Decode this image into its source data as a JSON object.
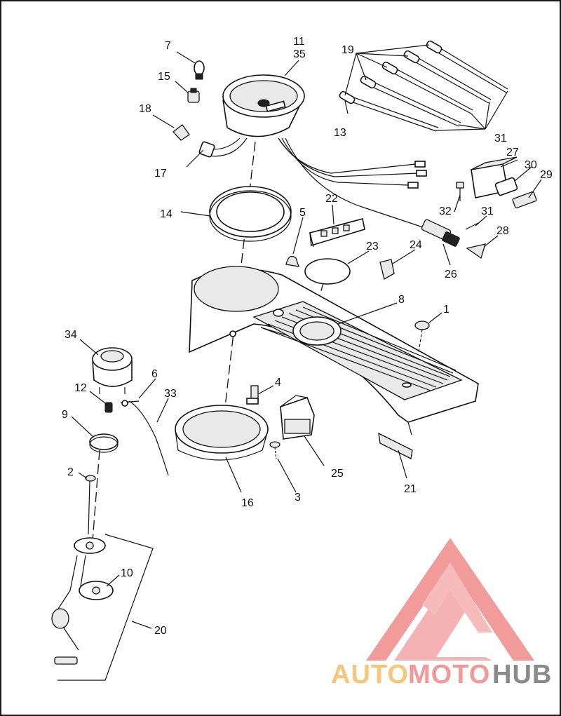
{
  "diagram": {
    "callouts": [
      {
        "id": "c7",
        "text": "7"
      },
      {
        "id": "c11",
        "text": "11"
      },
      {
        "id": "c35",
        "text": "35"
      },
      {
        "id": "c19",
        "text": "19"
      },
      {
        "id": "c15",
        "text": "15"
      },
      {
        "id": "c18",
        "text": "18"
      },
      {
        "id": "c13",
        "text": "13"
      },
      {
        "id": "c31a",
        "text": "31"
      },
      {
        "id": "c17",
        "text": "17"
      },
      {
        "id": "c27",
        "text": "27"
      },
      {
        "id": "c30",
        "text": "30"
      },
      {
        "id": "c29",
        "text": "29"
      },
      {
        "id": "c14",
        "text": "14"
      },
      {
        "id": "c22",
        "text": "22"
      },
      {
        "id": "c5",
        "text": "5"
      },
      {
        "id": "c32",
        "text": "32"
      },
      {
        "id": "c31b",
        "text": "31"
      },
      {
        "id": "c28",
        "text": "28"
      },
      {
        "id": "c23",
        "text": "23"
      },
      {
        "id": "c24",
        "text": "24"
      },
      {
        "id": "c26",
        "text": "26"
      },
      {
        "id": "c8",
        "text": "8"
      },
      {
        "id": "c1",
        "text": "1"
      },
      {
        "id": "c34",
        "text": "34"
      },
      {
        "id": "c6",
        "text": "6"
      },
      {
        "id": "c4",
        "text": "4"
      },
      {
        "id": "c12",
        "text": "12"
      },
      {
        "id": "c33",
        "text": "33"
      },
      {
        "id": "c9",
        "text": "9"
      },
      {
        "id": "c25",
        "text": "25"
      },
      {
        "id": "c21",
        "text": "21"
      },
      {
        "id": "c2",
        "text": "2"
      },
      {
        "id": "c16",
        "text": "16"
      },
      {
        "id": "c3",
        "text": "3"
      },
      {
        "id": "c10",
        "text": "10"
      },
      {
        "id": "c20",
        "text": "20"
      }
    ]
  },
  "watermark": {
    "part1": "AUTO",
    "part2": "MOTO",
    "part3": "HUB",
    "color_auto": "#f6c77a",
    "color_moto": "#f29a9a",
    "color_hub": "#8a8a8a",
    "logo_color": "#f08a8a"
  }
}
